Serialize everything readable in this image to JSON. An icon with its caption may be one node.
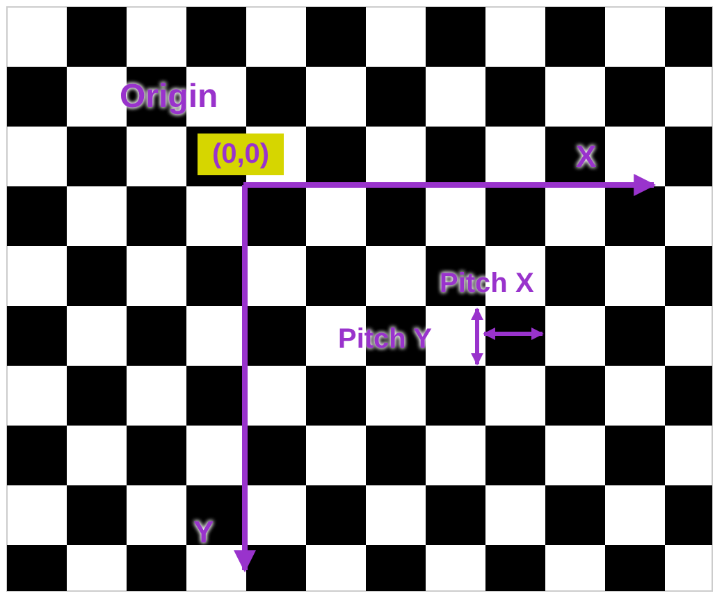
{
  "diagram": {
    "nodes": [
      {
        "text": [
          "(0,0)"
        ]
      }
    ],
    "labels": [
      "Origin",
      "X",
      "Pitch X",
      "Pitch Y",
      "Y"
    ]
  }
}
